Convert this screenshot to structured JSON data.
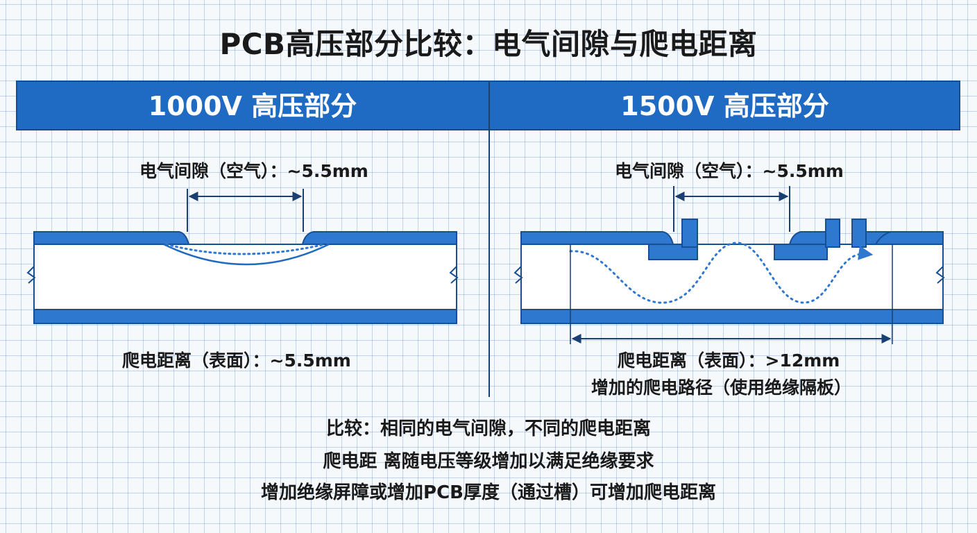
{
  "title": "PCB高压部分比较：电气间隙与爬电距离",
  "colors": {
    "header_blue": "#1f6ac2",
    "board_blue": "#2f78cf",
    "board_edge": "#174f95",
    "board_body": "#ffffff",
    "arrow": "#1a3f73"
  },
  "panels": {
    "left": {
      "header": "1000V 高压部分",
      "clearance_label": "电气间隙（空气）：~5.5mm",
      "creepage_label": "爬电距离（表面）：~5.5mm"
    },
    "right": {
      "header": "1500V 高压部分",
      "clearance_label": "电气间隙（空气）：~5.5mm",
      "creepage_label": "爬电距离（表面）：>12mm",
      "creepage_note": "增加的爬电路径（使用绝缘隔板）"
    }
  },
  "summary": [
    "比较：相同的电气间隙，不同的爬电距离",
    "爬电距 离随电压等级增加以满足绝缘要求",
    "增加绝缘屏障或增加PCB厚度（通过槽）可增加爬电距离"
  ]
}
